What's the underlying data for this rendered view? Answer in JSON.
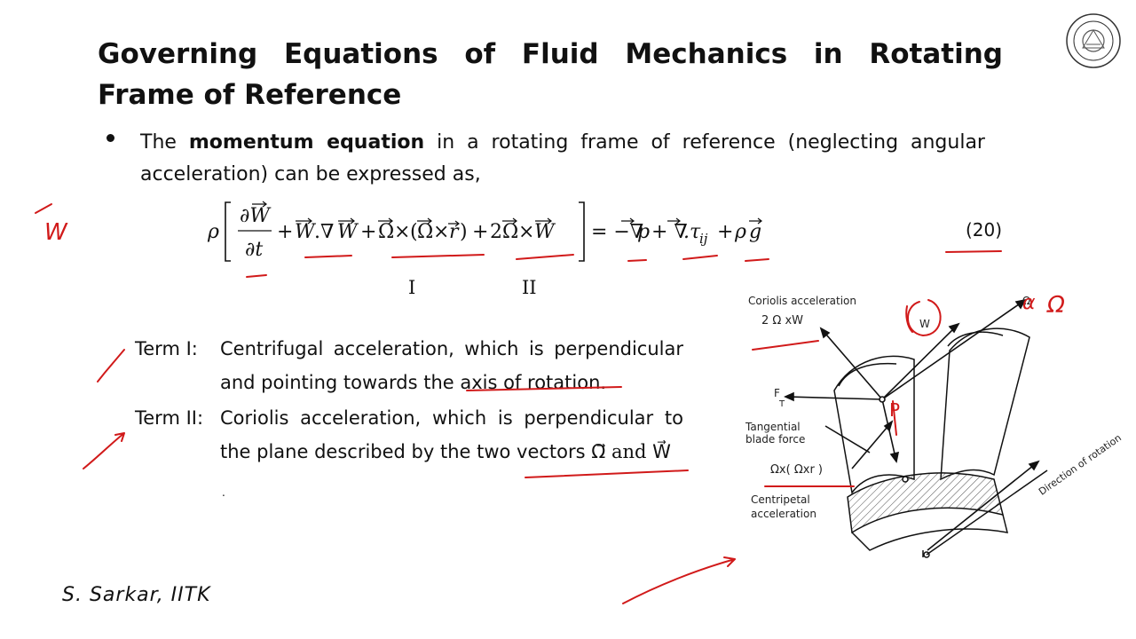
{
  "slide": {
    "title": "Governing Equations of Fluid Mechanics in Rotating Frame of Reference",
    "bullet": {
      "pre": "The ",
      "bold": "momentum equation",
      "post": " in a rotating frame of reference (neglecting angular acceleration) can be expressed as,"
    },
    "equation_number": "(20)",
    "roman_one": "I",
    "roman_two": "II",
    "term1": {
      "label": "Term I:",
      "text_pre": "Centrifugal acceleration, which is perpendicular and pointing towards the ",
      "text_link": "axis of rotation."
    },
    "term2": {
      "label": "Term II:",
      "text": "Coriolis acceleration, which is perpendicular to the plane described by the two vectors ",
      "math": "Ω⃗ and W⃗"
    },
    "small_dot": ".",
    "signature": "S. Sarkar, IITK"
  },
  "diagram": {
    "coriolis_label": "Coriolis acceleration",
    "coriolis_expr": "2 Ω xW",
    "w_label": "W",
    "omega_label": "Ω",
    "ft_label": "F",
    "ft_sub": "T",
    "tangential_label": "Tangential",
    "blade_force_label": "blade force",
    "centripetal_expr": "Ωx( Ωxr )",
    "centripetal_label": "Centripetal",
    "acceleration_label": "acceleration",
    "direction_label": "Direction of rotation",
    "p_label": "P"
  },
  "annotations": {
    "w_handwritten": "W",
    "omega_handwritten": "Ω",
    "alpha_handwritten": "α",
    "color": "#d11a1a"
  }
}
